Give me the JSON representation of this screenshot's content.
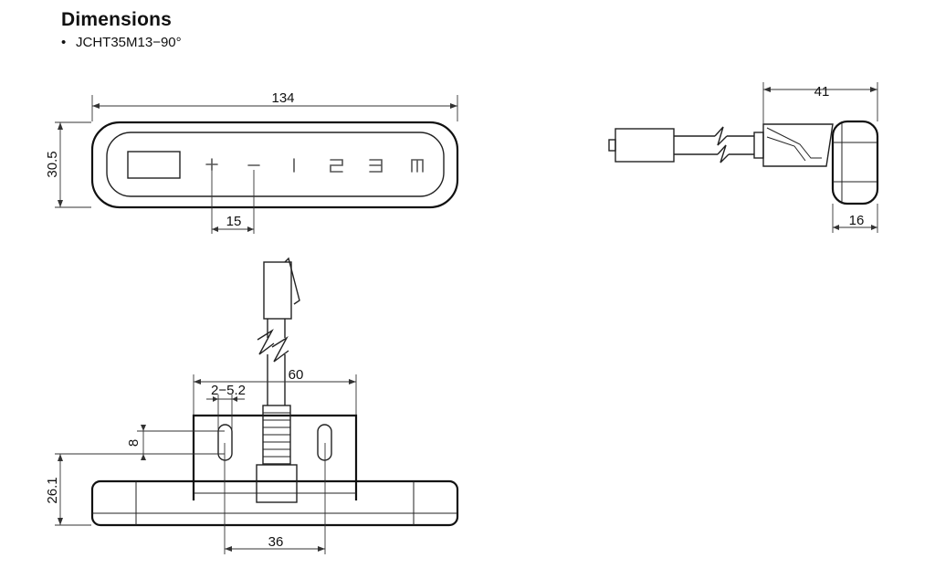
{
  "title": "Dimensions",
  "subtitle": "JCHT35M13−90°",
  "button_labels": [
    "+",
    "−",
    "1",
    "2",
    "3",
    "m"
  ],
  "dimensions": {
    "width": "134",
    "height": "30.5",
    "button_pitch": "15",
    "side_length": "41",
    "side_depth": "16",
    "slot_span": "60",
    "slot_width": "2−5.2",
    "slot_height": "8",
    "base_height": "26.1",
    "slot_pitch": "36"
  }
}
